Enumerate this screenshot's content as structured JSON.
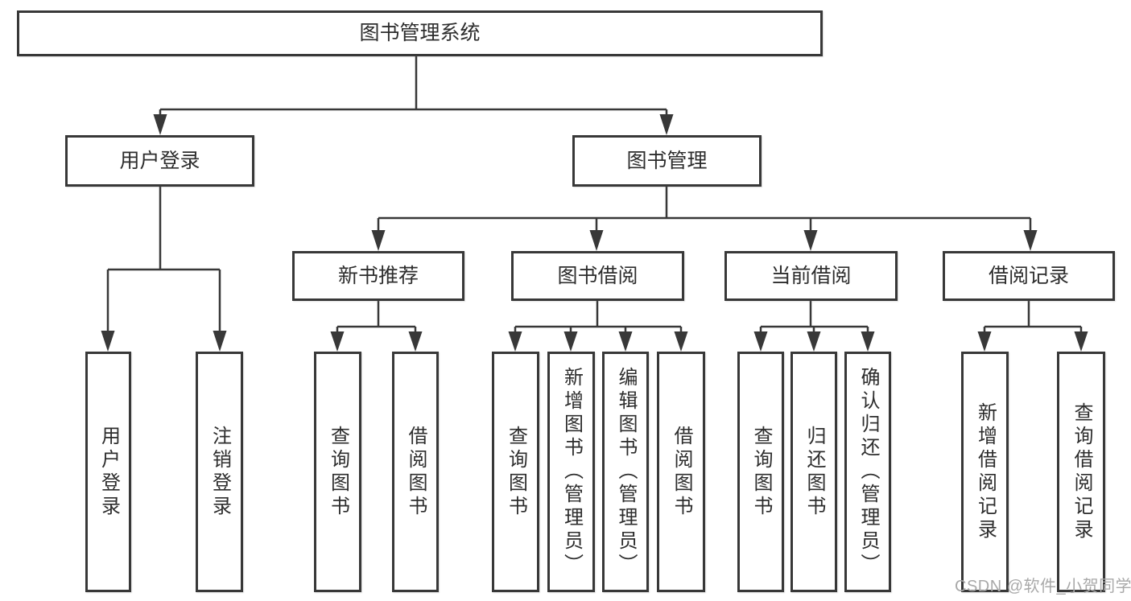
{
  "tree": {
    "label": "图书管理系统",
    "children": [
      {
        "label": "用户登录",
        "children": [
          {
            "label": "用户登录"
          },
          {
            "label": "注销登录"
          }
        ]
      },
      {
        "label": "图书管理",
        "children": [
          {
            "label": "新书推荐",
            "children": [
              {
                "label": "查询图书"
              },
              {
                "label": "借阅图书"
              }
            ]
          },
          {
            "label": "图书借阅",
            "children": [
              {
                "label": "查询图书"
              },
              {
                "label": "新增图书（管理员）"
              },
              {
                "label": "编辑图书（管理员）"
              },
              {
                "label": "借阅图书"
              }
            ]
          },
          {
            "label": "当前借阅",
            "children": [
              {
                "label": "查询图书"
              },
              {
                "label": "归还图书"
              },
              {
                "label": "确认归还（管理员）"
              }
            ]
          },
          {
            "label": "借阅记录",
            "children": [
              {
                "label": "新增借阅记录"
              },
              {
                "label": "查询借阅记录"
              }
            ]
          }
        ]
      }
    ]
  },
  "watermark": {
    "text": "CSDN @软件_小贺同学"
  },
  "colors": {
    "line": "#383838",
    "box_border": "#383838",
    "text": "#2d2d2d",
    "background": "#ffffff",
    "watermark": "#a9a9a9"
  }
}
